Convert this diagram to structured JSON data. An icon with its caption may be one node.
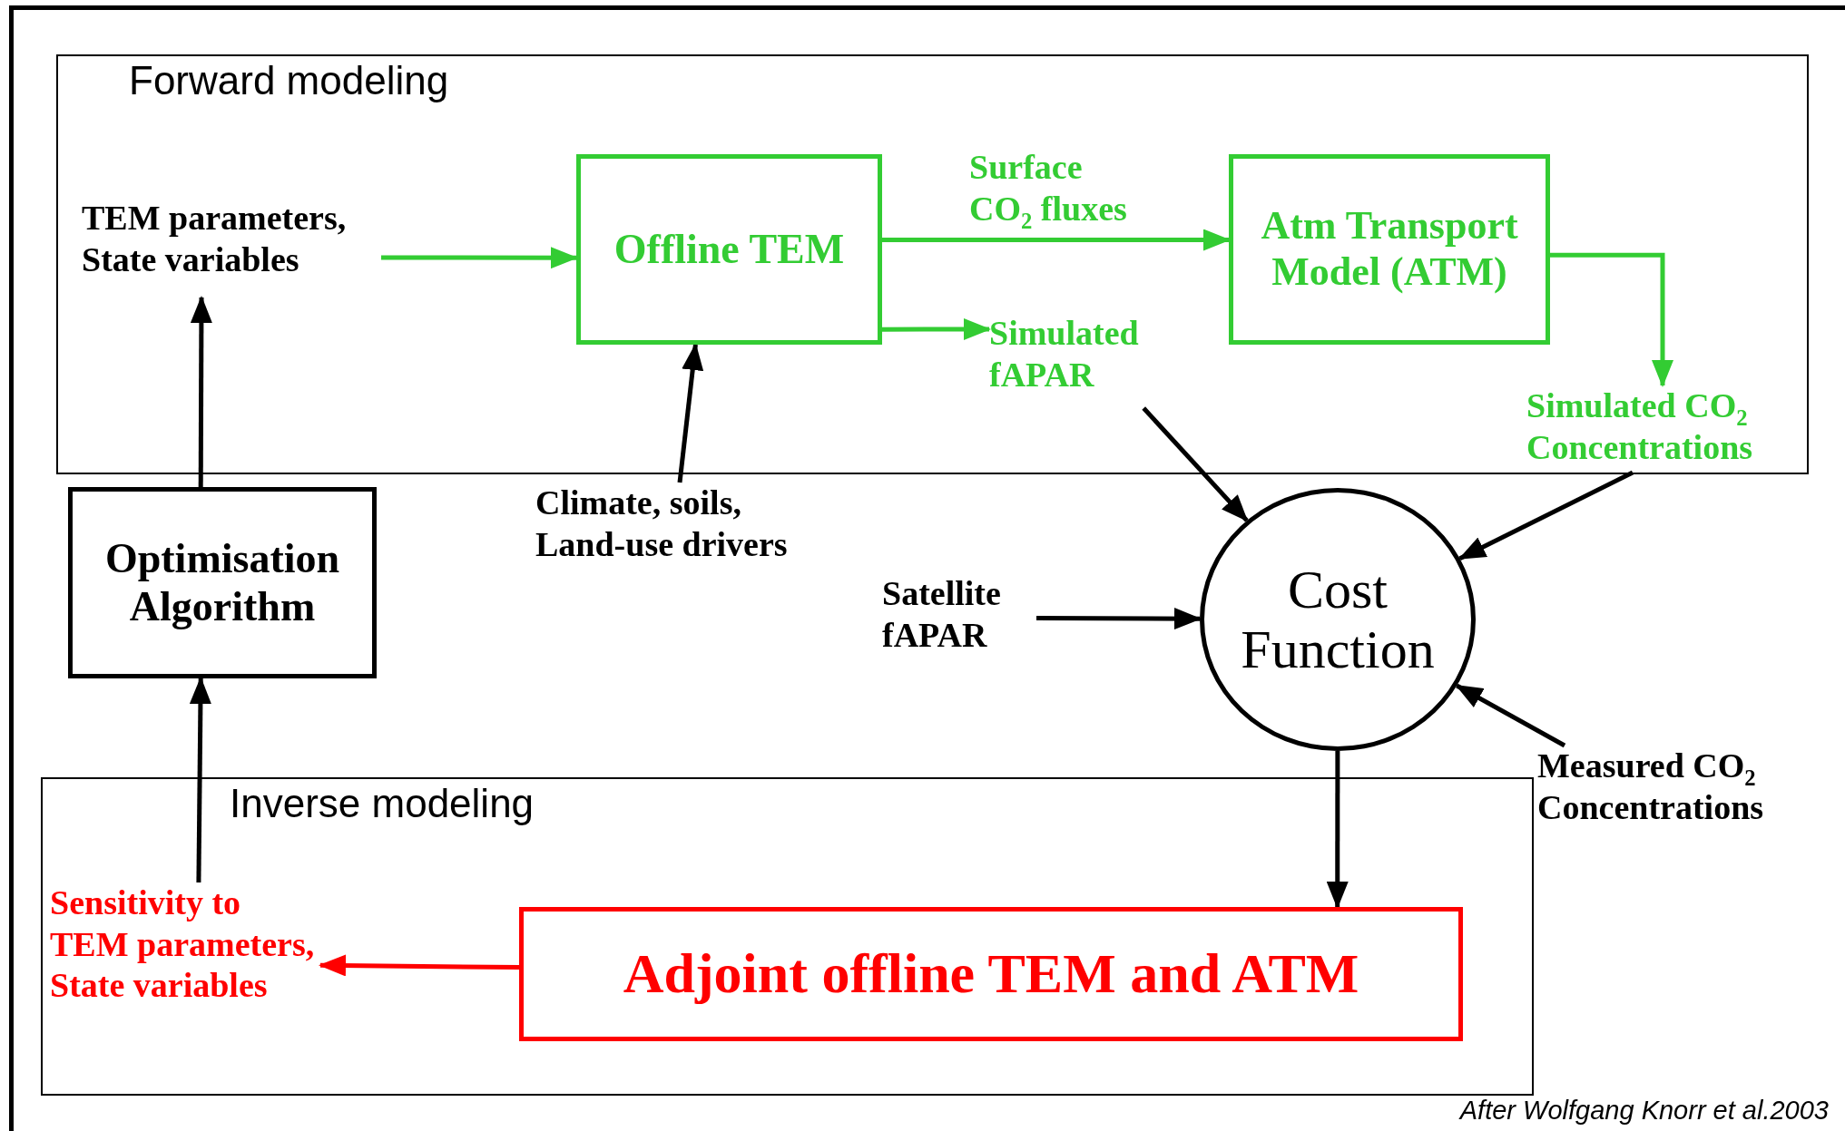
{
  "diagram": {
    "caption": "After Wolfgang Knorr et al.2003",
    "nodes": [
      {
        "text": [
          "Forward modeling"
        ]
      },
      {
        "text": [
          "TEM parameters, State variables"
        ],
        "in": 0
      },
      {
        "text": [
          "Offline TEM"
        ],
        "in": 0
      },
      {
        "text": [
          "Atm Transport Model (ATM)"
        ],
        "in": 0
      },
      {
        "text": [
          "Simulated fAPAR"
        ],
        "in": 0
      },
      {
        "text": [
          "Simulated CO$_{2}$ Concentrations"
        ],
        "in": 0
      },
      {
        "text": [
          "Climate, soils, Land-use drivers"
        ]
      },
      {
        "text": [
          "Optimisation Algorithm"
        ]
      },
      {
        "text": [
          "Cost Function"
        ]
      },
      {
        "text": [
          "Satellite fAPAR"
        ]
      },
      {
        "text": [
          "Measured CO$_{2}$ Concentrations"
        ]
      },
      {
        "text": [
          "Inverse modeling"
        ]
      },
      {
        "text": [
          "Sensitivity to TEM parameters, State variables"
        ],
        "in": 11
      },
      {
        "text": [
          "Adjoint offline TEM and ATM"
        ],
        "in": 11
      }
    ],
    "edges": [
      {
        "from": 1,
        "to": 2,
        "arrow": "to",
        "color": "#33cc33"
      },
      {
        "from": 2,
        "to": 3,
        "arrow": "to",
        "color": "#33cc33",
        "label": "Surface CO$_{2}$ fluxes"
      },
      {
        "from": 2,
        "to": 4,
        "arrow": "to",
        "color": "#33cc33"
      },
      {
        "from": 3,
        "to": 5,
        "arrow": "to",
        "color": "#33cc33"
      },
      {
        "from": 4,
        "to": 8,
        "arrow": "to"
      },
      {
        "from": 5,
        "to": 8,
        "arrow": "to"
      },
      {
        "from": 9,
        "to": 8,
        "arrow": "to"
      },
      {
        "from": 10,
        "to": 8,
        "arrow": "to"
      },
      {
        "from": 6,
        "to": 2,
        "arrow": "to"
      },
      {
        "from": 8,
        "to": 13,
        "arrow": "to"
      },
      {
        "from": 13,
        "to": 12,
        "arrow": "to",
        "color": "#ff0000"
      },
      {
        "from": 12,
        "to": 7,
        "arrow": "to"
      },
      {
        "from": 7,
        "to": 1,
        "arrow": "to"
      }
    ]
  }
}
